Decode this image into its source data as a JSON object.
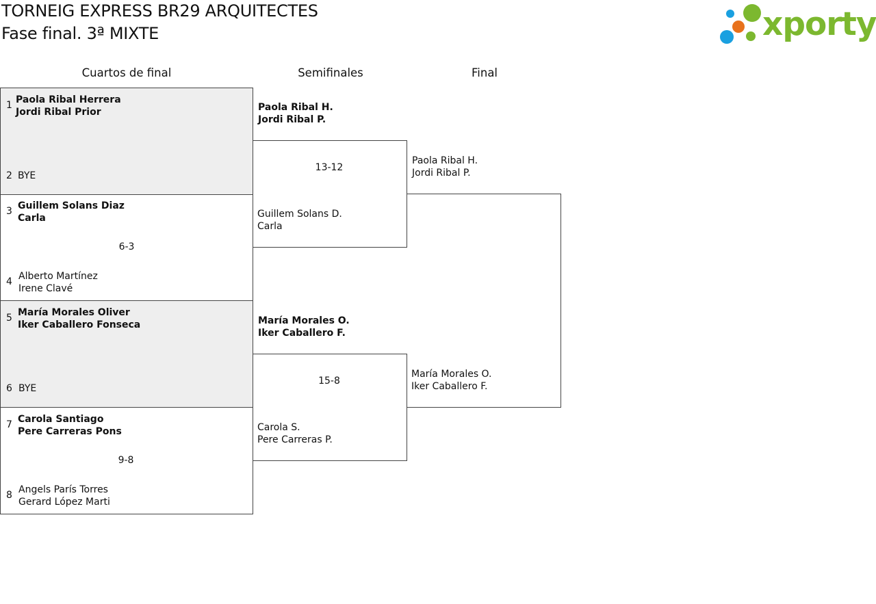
{
  "header": {
    "title": "TORNEIG EXPRESS BR29 ARQUITECTES",
    "subtitle": "Fase final. 3ª MIXTE"
  },
  "logo": {
    "text": "xporty",
    "colors": {
      "text": "#7cb82f",
      "dot_green": "#7cb82f",
      "dot_orange": "#e8721c",
      "dot_blue": "#1aa0e0"
    }
  },
  "rounds": {
    "quarters": "Cuartos de final",
    "semis": "Semifinales",
    "final": "Final"
  },
  "quarters": [
    {
      "seed_top": "1",
      "top": [
        "Paola Ribal Herrera",
        "Jordi Ribal Prior"
      ],
      "seed_bottom": "2",
      "bottom": [
        "BYE"
      ],
      "score": "",
      "shaded": true
    },
    {
      "seed_top": "3",
      "top": [
        "Guillem Solans Diaz",
        "Carla"
      ],
      "seed_bottom": "4",
      "bottom": [
        "Alberto Martínez",
        "Irene Clavé"
      ],
      "score": "6-3",
      "shaded": false
    },
    {
      "seed_top": "5",
      "top": [
        "María Morales Oliver",
        "Iker Caballero Fonseca"
      ],
      "seed_bottom": "6",
      "bottom": [
        "BYE"
      ],
      "score": "",
      "shaded": true
    },
    {
      "seed_top": "7",
      "top": [
        "Carola Santiago",
        "Pere Carreras Pons"
      ],
      "seed_bottom": "8",
      "bottom": [
        "Angels París Torres",
        "Gerard López Marti"
      ],
      "score": "9-8",
      "shaded": false
    }
  ],
  "semis": [
    {
      "top": [
        "Paola Ribal H.",
        "Jordi Ribal P."
      ],
      "bottom": [
        "Guillem Solans D.",
        "Carla"
      ],
      "score": "13-12"
    },
    {
      "top": [
        "María Morales O.",
        "Iker Caballero F."
      ],
      "bottom": [
        "Carola S.",
        "Pere Carreras P."
      ],
      "score": "15-8"
    }
  ],
  "final": {
    "top": [
      "Paola Ribal H.",
      "Jordi Ribal P."
    ],
    "bottom": [
      "María Morales O.",
      "Iker Caballero F."
    ]
  }
}
